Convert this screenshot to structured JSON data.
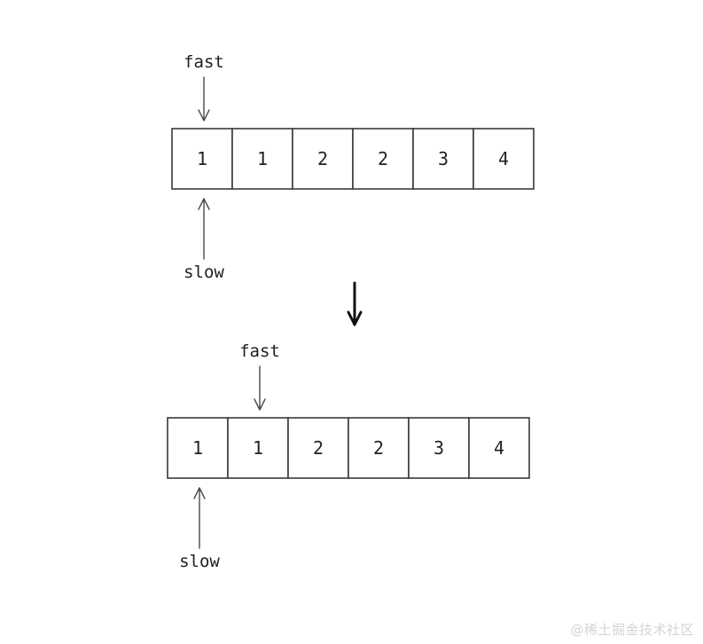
{
  "arrays": [
    {
      "cells": [
        "1",
        "1",
        "2",
        "2",
        "3",
        "4"
      ],
      "pointers": [
        {
          "label": "fast",
          "index": 0,
          "side": "top"
        },
        {
          "label": "slow",
          "index": 0,
          "side": "bottom"
        }
      ]
    },
    {
      "cells": [
        "1",
        "1",
        "2",
        "2",
        "3",
        "4"
      ],
      "pointers": [
        {
          "label": "fast",
          "index": 1,
          "side": "top"
        },
        {
          "label": "slow",
          "index": 0,
          "side": "bottom"
        }
      ]
    }
  ],
  "watermark": "@稀土掘金技术社区"
}
